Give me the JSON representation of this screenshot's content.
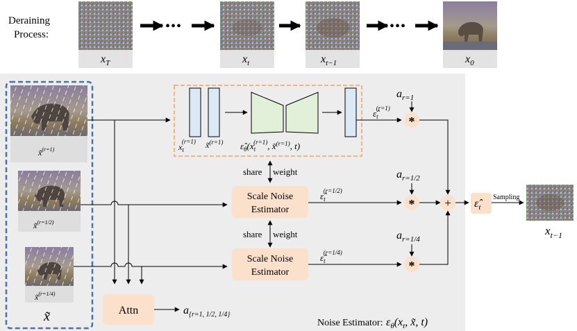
{
  "deraining": {
    "label_line1": "Deraining",
    "label_line2": "Process:",
    "dots": "•••",
    "steps": [
      {
        "label": "x_T"
      },
      {
        "label": "x_t"
      },
      {
        "label": "x_{t−1}"
      },
      {
        "label": "x_0"
      }
    ]
  },
  "inputs": {
    "scales": [
      {
        "label": "x̃^(r=1)"
      },
      {
        "label": "x̃^(r=1/2)"
      },
      {
        "label": "x̃^(r=1/4)"
      }
    ],
    "group_label": "x̃"
  },
  "unet": {
    "in_label_1": "x_t^(r=1)",
    "in_label_2": "x̃^(r=1)",
    "network_label": "ε̂_θ(x_t^(r=1), x̃^(r=1), t)",
    "output_label": "ε̂_t^(r=1)"
  },
  "share_weight": {
    "left": "share",
    "right": "weight"
  },
  "estimators": [
    {
      "line1": "Scale Noise",
      "line2": "Estimator",
      "output_label": "ε̂_t^(r=1/2)"
    },
    {
      "line1": "Scale Noise",
      "line2": "Estimator",
      "output_label": "ε̂_t^(r=1/4)"
    }
  ],
  "weights": [
    "a_{r=1}",
    "a_{r=1/2}",
    "a_{r=1/4}"
  ],
  "ops": {
    "multiply": "*",
    "add": "+"
  },
  "combined_output": "ε̂_t",
  "sampling": {
    "label": "Sampling",
    "output_label": "x_{t−1}"
  },
  "attn": {
    "label": "Attn",
    "output_label": "a_{r=1, 1/2, 1/4}"
  },
  "noise_estimator": {
    "caption": "Noise Estimator:",
    "formula": "ε_θ(x_t, x̃, t)"
  },
  "colors": {
    "panel_bg": "#ededed",
    "peach": "#fbe0cc",
    "unet_green": "#e2f0d9",
    "encoder_blue": "#dbe8f6",
    "group_border": "#4a72a8",
    "unet_border": "#f4b183"
  }
}
